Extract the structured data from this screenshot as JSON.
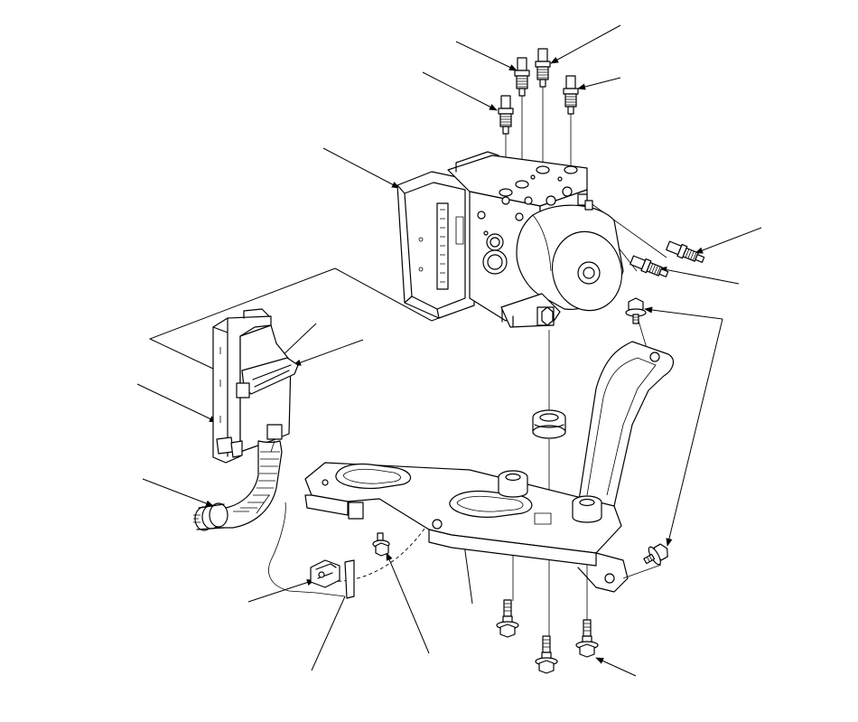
{
  "diagram": {
    "style": {
      "line_color": "#000000",
      "background": "#ffffff"
    },
    "parts": [
      "brake-line-fitting-1",
      "brake-line-fitting-2",
      "brake-line-fitting-3",
      "brake-line-fitting-4",
      "modulator-control-unit",
      "brake-line-fitting-5",
      "brake-line-fitting-6",
      "bracket-bolt-upper",
      "bracket-bolt-lower",
      "harness-connector",
      "connector-lock",
      "wire-harness",
      "harness-clip",
      "clip",
      "bracket-nut",
      "mounting-bracket",
      "grommet",
      "stud-bolt-1",
      "stud-bolt-2",
      "stud-bolt-3"
    ]
  }
}
